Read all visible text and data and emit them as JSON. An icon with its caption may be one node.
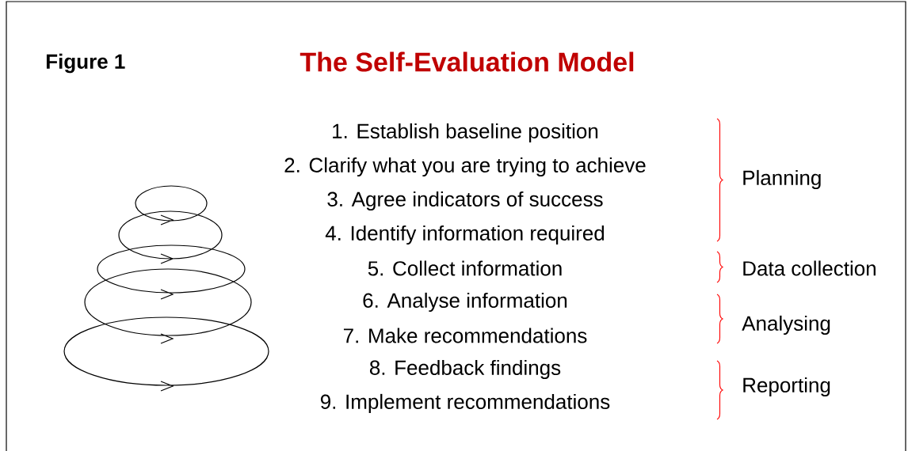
{
  "diagram": {
    "title": "The Self-Evaluation Model",
    "labels": [
      "Figure 1",
      "1. Establish baseline position",
      "2. Clarify what you are trying to achieve",
      "Planning",
      "3. Agree indicators of success",
      "4. Identify information required",
      "5. Collect information",
      "Data collection",
      "6. Analyse information",
      "Analysing",
      "7. Make recommendations",
      "8. Feedback findings",
      "Reporting",
      "9. Implement recommendations"
    ]
  }
}
